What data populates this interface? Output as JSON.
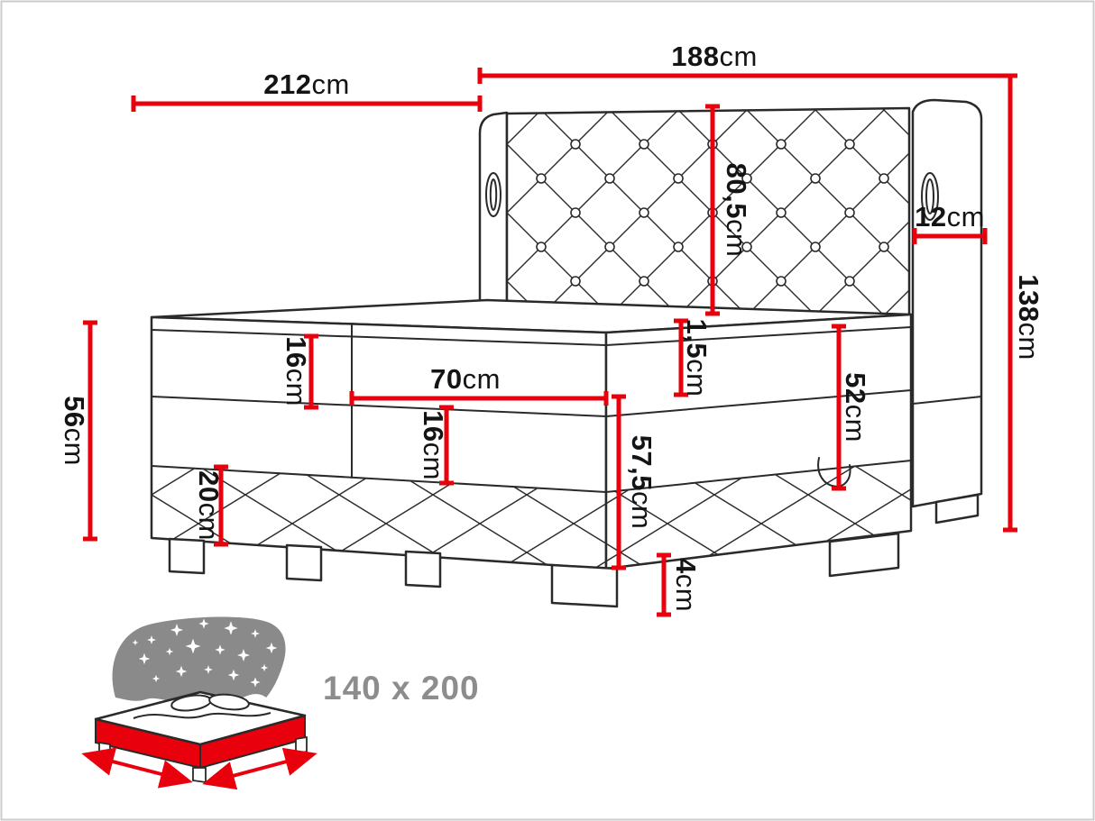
{
  "diagram": {
    "title": "upholstered-boxspring-bed-dimensions",
    "colors": {
      "dimension_line": "#e8000d",
      "drawing_line": "#2a2a2a",
      "size_label_gray": "#8d8d8d",
      "icon_mattress_red": "#e8000d",
      "icon_blanket_gray": "#8a8a8a"
    },
    "dimensions": {
      "total_length": {
        "value": "212",
        "unit": "cm"
      },
      "headboard_width": {
        "value": "188",
        "unit": "cm"
      },
      "headboard_panel": {
        "value": "80,5",
        "unit": "cm"
      },
      "wing_depth": {
        "value": "12",
        "unit": "cm"
      },
      "headboard_height": {
        "value": "138",
        "unit": "cm"
      },
      "front_height": {
        "value": "56",
        "unit": "cm"
      },
      "mattress_thickness": {
        "value": "16",
        "unit": "cm"
      },
      "section_width": {
        "value": "70",
        "unit": "cm"
      },
      "topper_thickness": {
        "value": "1,5",
        "unit": "cm"
      },
      "side_height": {
        "value": "52",
        "unit": "cm"
      },
      "box_thickness": {
        "value": "16",
        "unit": "cm"
      },
      "total_side_height": {
        "value": "57,5",
        "unit": "cm"
      },
      "base_frame_height": {
        "value": "20",
        "unit": "cm"
      },
      "leg_height": {
        "value": "4",
        "unit": "cm"
      }
    },
    "legend": {
      "icon": "bed-size-icon",
      "size_label": "140 x 200"
    }
  }
}
